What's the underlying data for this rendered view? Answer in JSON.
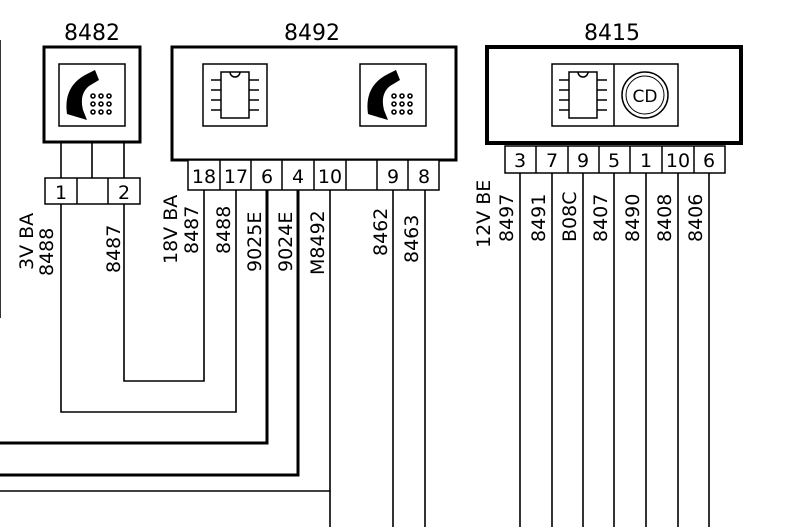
{
  "components": {
    "c8482": {
      "code": "8482",
      "icon": "phone-keypad-icon",
      "pins": [
        "1",
        "2"
      ],
      "wires": [
        {
          "label": "8488",
          "side": "3V BA"
        },
        {
          "label": "8487",
          "side": ""
        }
      ]
    },
    "c8492": {
      "code": "8492",
      "icons": [
        "chip-icon",
        "phone-keypad-icon"
      ],
      "pins": [
        "18",
        "17",
        "6",
        "4",
        "10",
        "9",
        "8"
      ],
      "wires": [
        {
          "label": "8487",
          "side": "18V BA"
        },
        {
          "label": "8488",
          "side": ""
        },
        {
          "label": "9025E",
          "side": ""
        },
        {
          "label": "9024E",
          "side": ""
        },
        {
          "label": "M8492",
          "side": ""
        },
        {
          "label": "8462",
          "side": ""
        },
        {
          "label": "8463",
          "side": ""
        }
      ]
    },
    "c8415": {
      "code": "8415",
      "icons": [
        "chip-icon",
        "cd-icon"
      ],
      "cd_text": "CD",
      "pins": [
        "3",
        "7",
        "9",
        "5",
        "1",
        "10",
        "6"
      ],
      "wires": [
        {
          "label": "8497",
          "side": "12V BE"
        },
        {
          "label": "8491",
          "side": ""
        },
        {
          "label": "B08C",
          "side": ""
        },
        {
          "label": "8407",
          "side": ""
        },
        {
          "label": "8490",
          "side": ""
        },
        {
          "label": "8408",
          "side": ""
        },
        {
          "label": "8406",
          "side": ""
        }
      ]
    }
  }
}
